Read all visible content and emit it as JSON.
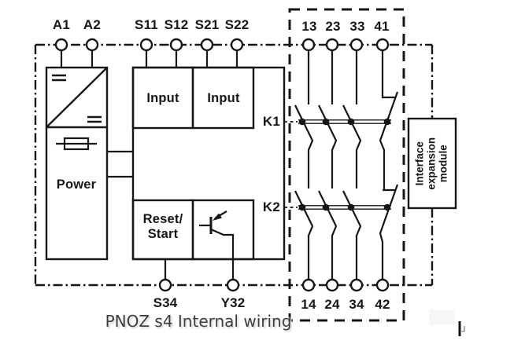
{
  "caption": "PNOZ s4 Internal wiring",
  "terminals": {
    "top": [
      "A1",
      "A2",
      "S11",
      "S12",
      "S21",
      "S22"
    ],
    "relay_top": [
      "13",
      "23",
      "33",
      "41"
    ],
    "relay_bottom": [
      "14",
      "24",
      "34",
      "42"
    ],
    "bottom": [
      "S34",
      "Y32"
    ]
  },
  "blocks": {
    "power": "Power",
    "input_left": "Input",
    "input_right": "Input",
    "reset_start": "Reset/\nStart",
    "interface_module": "Interface\nexpansion\nmodule"
  },
  "relays": {
    "k1": "K1",
    "k2": "K2"
  },
  "icons": {
    "dc_converter": "dc-converter-icon",
    "fuse": "fuse-icon",
    "semiconductor_output": "transistor-output-icon",
    "text_cursor": "text-cursor-artifact"
  },
  "colors": {
    "line": "#161616",
    "background": "#ffffff",
    "caption_text": "#3c3c3c"
  }
}
